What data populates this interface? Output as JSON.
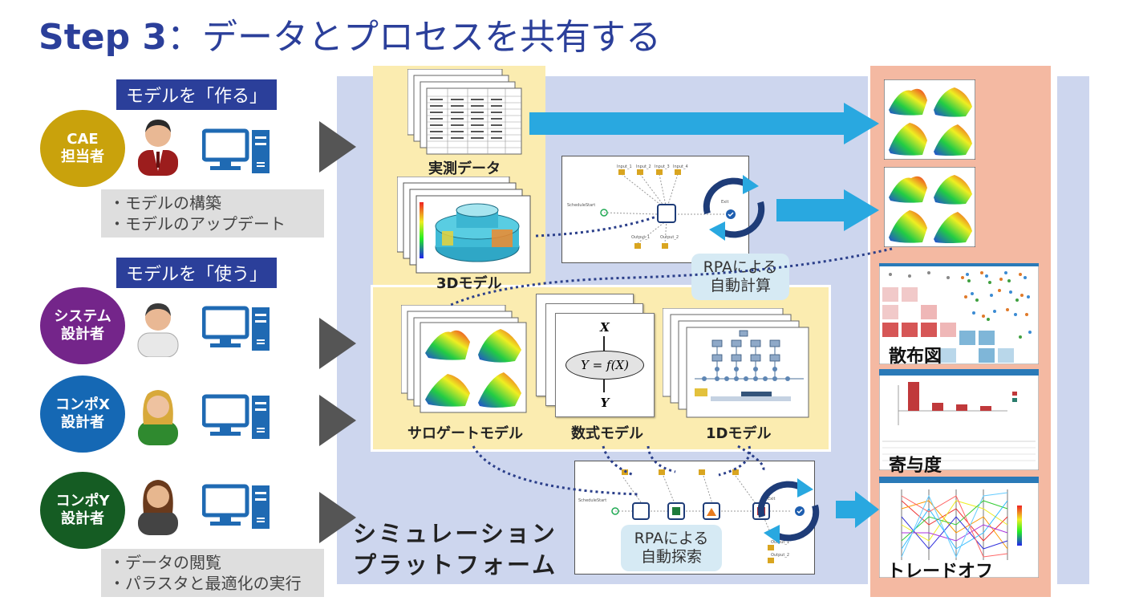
{
  "title": {
    "step": "Step 3",
    "rest": "：データとプロセスを共有する"
  },
  "roles": {
    "make_header": "モデルを「作る」",
    "use_header": "モデルを「使う」",
    "cae": "CAE\n担当者",
    "system": "システム\n設計者",
    "compx": "コンポX\n設計者",
    "compy": "コンポY\n設計者"
  },
  "make_tasks": [
    "モデルの構築",
    "モデルのアップデート"
  ],
  "use_tasks": [
    "データの閲覧",
    "パラスタと最適化の実行"
  ],
  "models": {
    "measured": "実測データ",
    "model3d": "3Dモデル",
    "surrogate": "サロゲートモデル",
    "math": "数式モデル",
    "model1d": "1Dモデル",
    "math_x": "X",
    "math_eq": "Y = f(X)",
    "math_y": "Y"
  },
  "rpa": {
    "calc": "RPAによる\n自動計算",
    "search": "RPAによる\n自動探索"
  },
  "platform_label": "シミュレーション\nプラットフォーム",
  "results": {
    "scatter": "散布図",
    "contribution": "寄与度",
    "tradeoff": "トレードオフ"
  },
  "colors": {
    "title": "#2b3f9a",
    "platform": "#cdd6ee",
    "results": "#f4b9a2",
    "models": "#fbecb0",
    "arrow": "#29a8e0"
  },
  "icons": [
    "engineer-red-icon",
    "user-white-icon",
    "user-green-icon",
    "user-brown-icon",
    "computer-icon"
  ]
}
